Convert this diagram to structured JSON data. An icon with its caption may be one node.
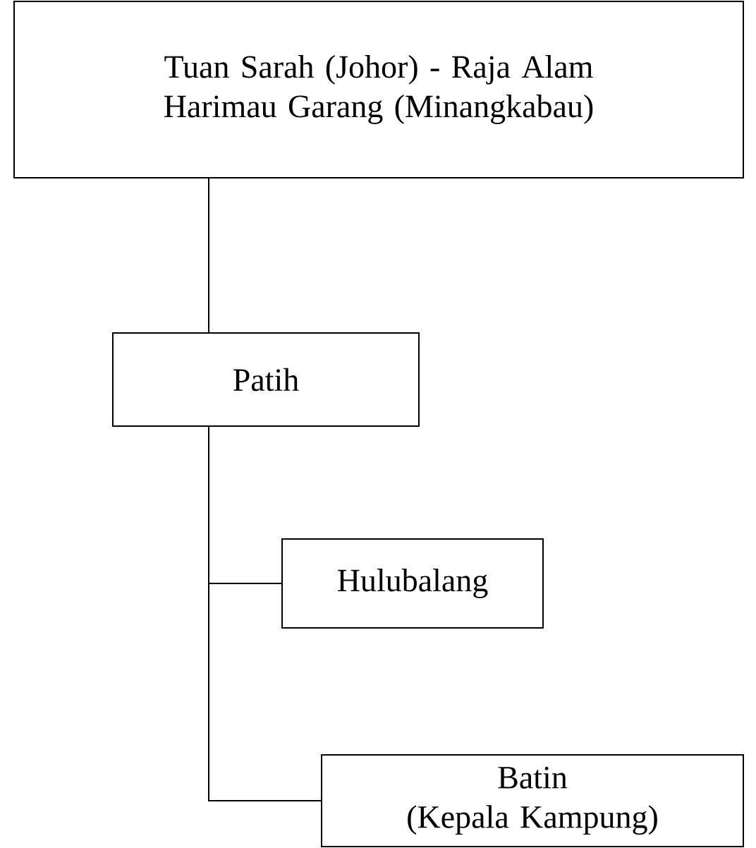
{
  "diagram": {
    "nodes": [
      {
        "text": [
          "Tuan Sarah (Johor) - Raja Alam Harimau Garang (Minangkabau)"
        ]
      },
      {
        "text": [
          "Patih"
        ]
      },
      {
        "text": [
          "Hulubalang"
        ]
      },
      {
        "text": [
          "Batin",
          "(Kepala Kampung)"
        ]
      }
    ],
    "edges": [
      {
        "from": 0,
        "to": 1,
        "arrow": "none"
      },
      {
        "from": 1,
        "to": 2,
        "arrow": "none"
      },
      {
        "from": 1,
        "to": 3,
        "arrow": "none"
      }
    ]
  }
}
